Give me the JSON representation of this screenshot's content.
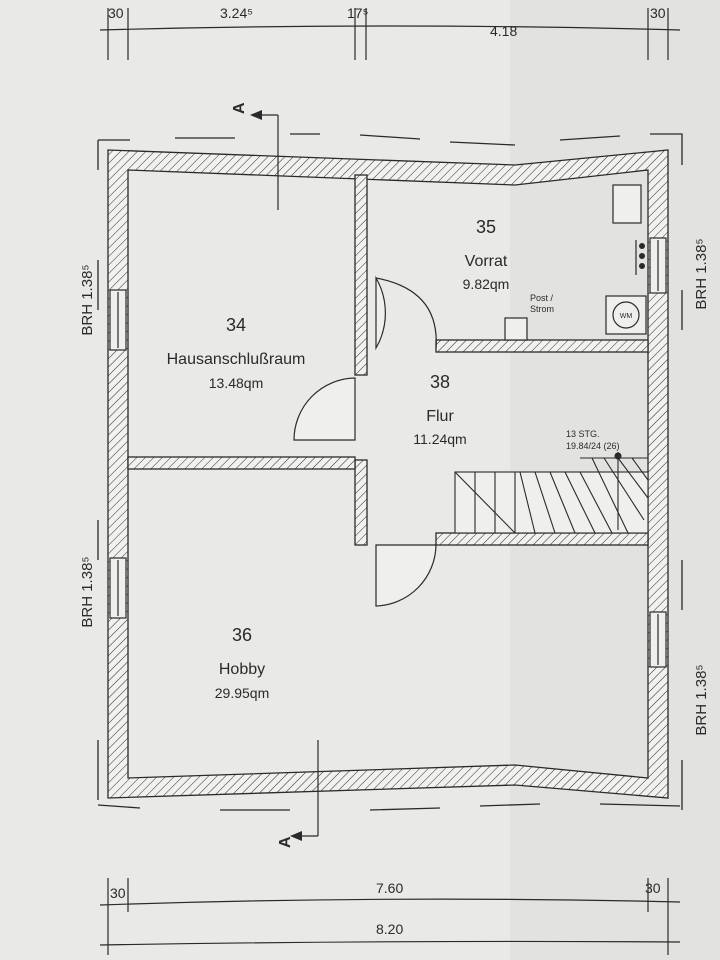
{
  "dimensions": {
    "top": [
      "30",
      "3.24⁵",
      "17⁵",
      "4.18",
      "30"
    ],
    "bottom_inner": [
      "30",
      "7.60",
      "30"
    ],
    "bottom_total": "8.20"
  },
  "section_marker": "A",
  "rooms": [
    {
      "number": "34",
      "name": "Hausanschlußraum",
      "area": "13.48qm"
    },
    {
      "number": "35",
      "name": "Vorrat",
      "area": "9.82qm"
    },
    {
      "number": "38",
      "name": "Flur",
      "area": "11.24qm"
    },
    {
      "number": "36",
      "name": "Hobby",
      "area": "29.95qm"
    }
  ],
  "window_sill_label": "BRH  1.38⁵",
  "post_strom": [
    "Post /",
    "Strom"
  ],
  "washing_machine": "WM",
  "stairs": {
    "steps": "13 STG.",
    "rise": "19.84/24 (26)"
  }
}
